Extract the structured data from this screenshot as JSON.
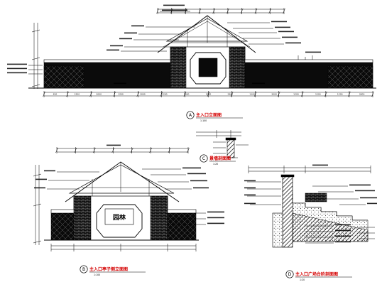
{
  "drawings": {
    "a": {
      "marker": "A",
      "title": "主入口立面图",
      "scale": "1:100",
      "dims": [
        "450",
        "1200",
        "3000",
        "1200",
        "3000",
        "1200",
        "2400",
        "1200",
        "2400",
        "1100",
        "3000",
        "1200",
        "1500",
        "1200",
        "3000"
      ]
    },
    "b": {
      "marker": "B",
      "title": "主入口亭子侧立面图",
      "scale": "1:100",
      "logo_text": "园林"
    },
    "c": {
      "marker": "C",
      "title": "景墙剖面图",
      "scale": "1:20"
    },
    "d": {
      "marker": "D",
      "title": "主入口广场台阶剖面图",
      "scale": "1:20"
    }
  },
  "palette": {
    "line": "#000000",
    "title_accent": "#d40000",
    "paving_fill": "#0b0b0b"
  }
}
